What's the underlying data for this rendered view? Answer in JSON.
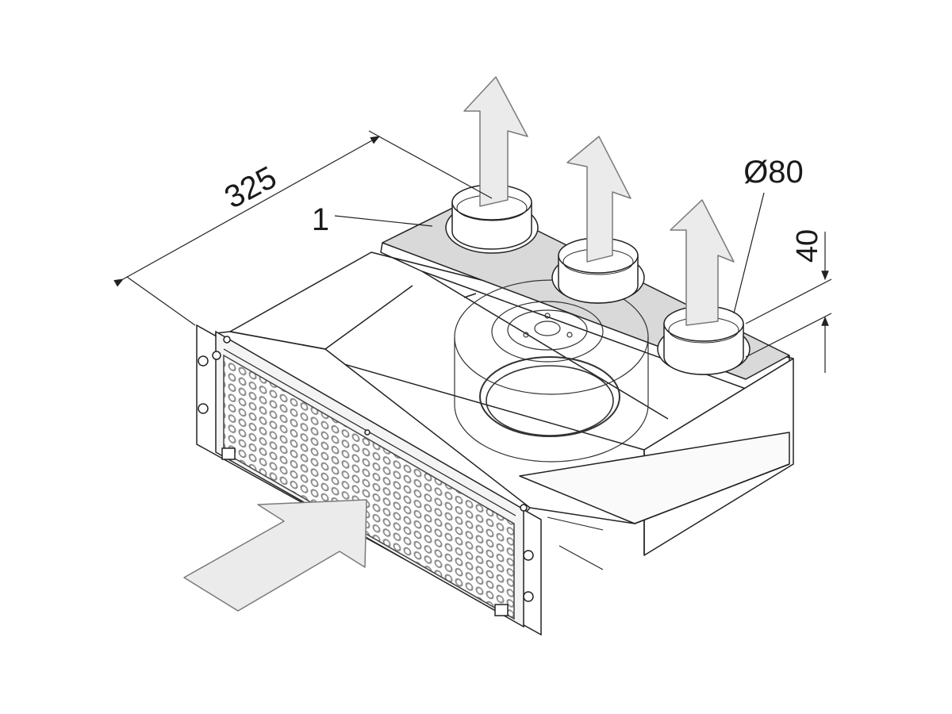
{
  "drawing": {
    "dim_depth": "325",
    "dim_diameter": "Ø80",
    "dim_height": "40",
    "callout_1": "1"
  },
  "colors": {
    "line": "#222222",
    "arrow_fill": "#ebebeb",
    "arrow_stroke": "#7a7a7a",
    "plate_fill": "#d9d9d9",
    "body_fill": "#ffffff",
    "grid_fill": "#8a8a8a"
  },
  "icons": [
    "airflow-in-arrow",
    "airflow-out-arrow",
    "fan-impeller",
    "perforated-grille"
  ]
}
